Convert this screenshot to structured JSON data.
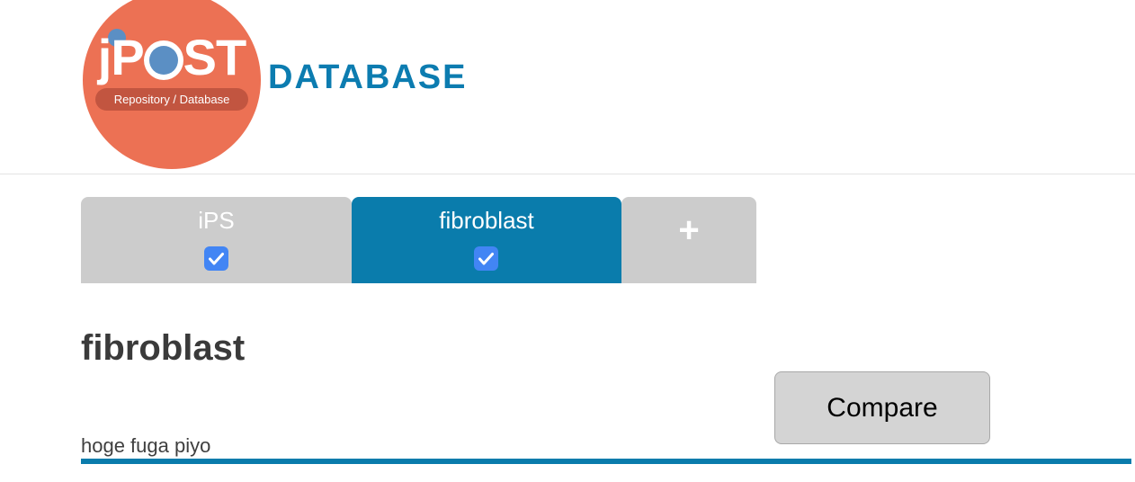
{
  "header": {
    "logo": {
      "wordmark_j": "j",
      "wordmark_p": "P",
      "wordmark_st": "ST",
      "badge_text": "Repository / Database",
      "circle_color": "#ec7154",
      "badge_color": "#c25540",
      "accent_dot_color": "#5b8fc4"
    },
    "site_title": "DATABASE",
    "site_title_color": "#0c7cb0"
  },
  "tabs": {
    "items": [
      {
        "label": "iPS",
        "active": false,
        "checked": true
      },
      {
        "label": "fibroblast",
        "active": true,
        "checked": true
      }
    ],
    "add_tab_label": "+",
    "compare_label": "Compare",
    "active_color": "#0a7cac",
    "inactive_color": "#cccccc",
    "checkbox_color": "#4285f4"
  },
  "main": {
    "title": "fibroblast",
    "description": "hoge fuga piyo"
  }
}
